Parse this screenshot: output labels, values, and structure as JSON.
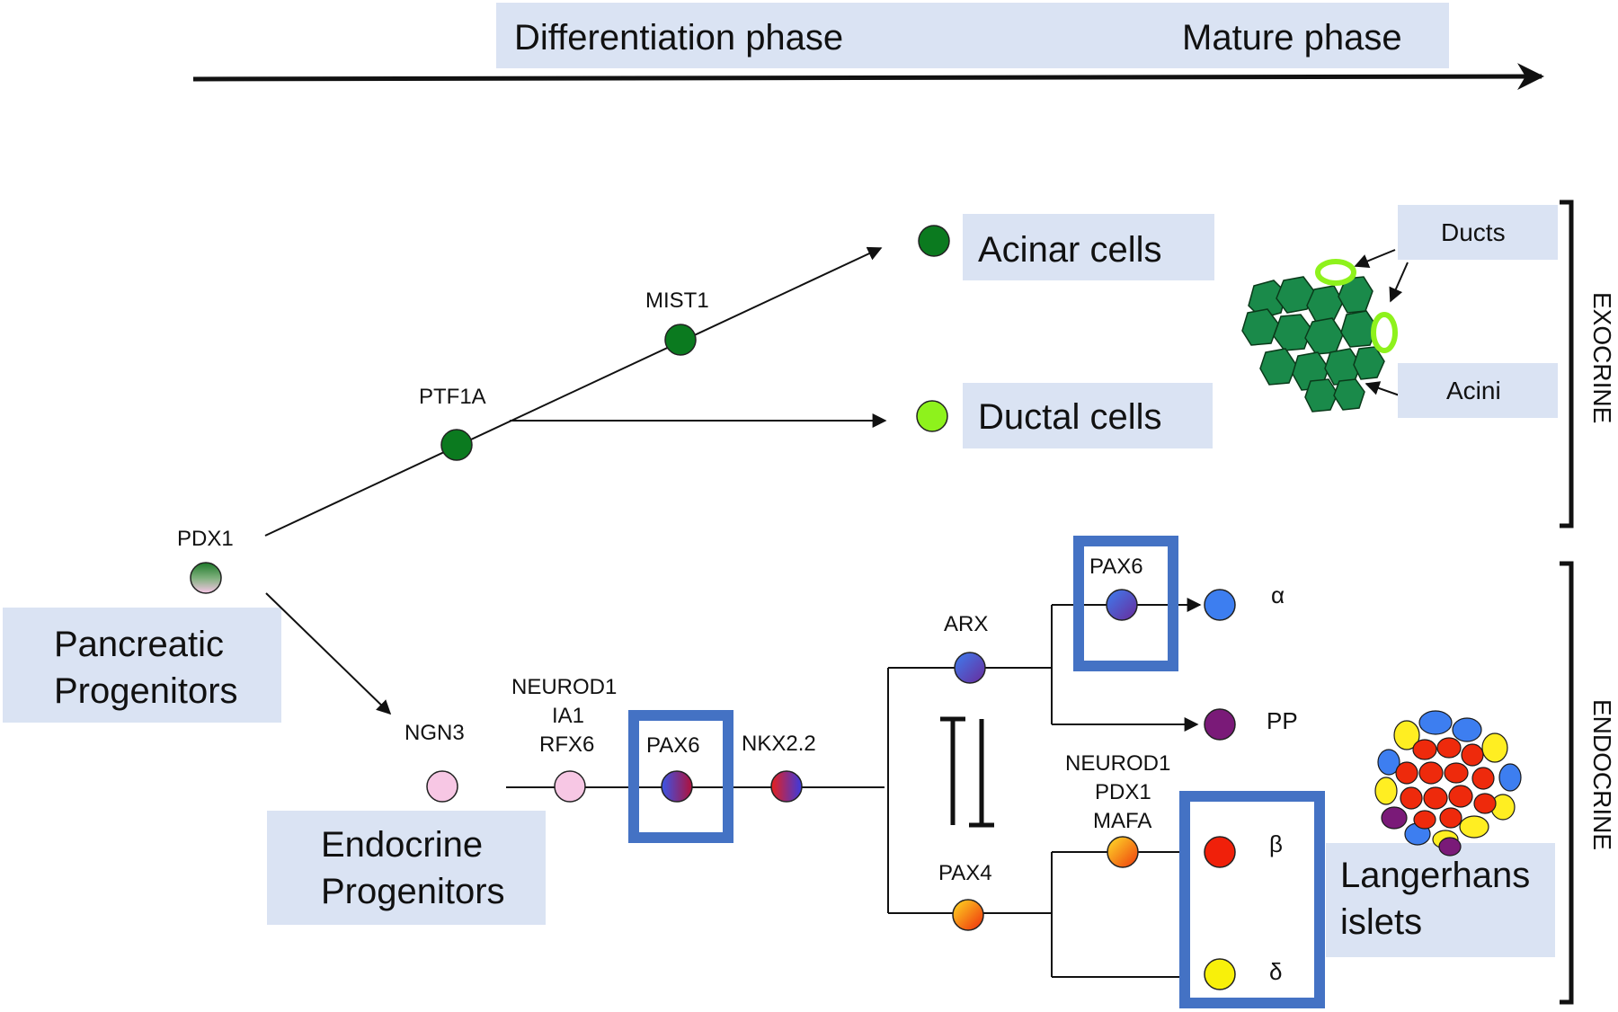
{
  "phases": {
    "differentiation": "Differentiation  phase",
    "mature": "Mature phase"
  },
  "progenitors": {
    "pancreatic": [
      "Pancreatic",
      "Progenitors"
    ],
    "endocrine": [
      "Endocrine",
      "Progenitors"
    ]
  },
  "genes": {
    "pdx1": "PDX1",
    "ptf1a": "PTF1A",
    "mist1": "MIST1",
    "ngn3": "NGN3",
    "neurod1_group": [
      "NEUROD1",
      "IA1",
      "RFX6"
    ],
    "pax6_mid": "PAX6",
    "nkx22": "NKX2.2",
    "arx": "ARX",
    "pax4": "PAX4",
    "pax6_alpha": "PAX6",
    "beta_group": [
      "NEUROD1",
      "PDX1",
      "MAFA"
    ]
  },
  "cells": {
    "acinar": "Acinar cells",
    "ductal": "Ductal cells",
    "alpha": "α",
    "pp": "PP",
    "beta": "β",
    "delta": "δ",
    "langerhans": [
      "Langerhans",
      "islets"
    ]
  },
  "exocrine_labels": {
    "ducts": "Ducts",
    "acini": "Acini"
  },
  "sides": {
    "exocrine": "EXOCRINE",
    "endocrine": "ENDOCRINE"
  },
  "colors": {
    "label_box": "#dae3f3",
    "frame": "#4472c4",
    "dark_green": "#0b7a1f",
    "light_green": "#8ef21c",
    "acini_green": "#1a8a4a",
    "light_pink": "#f7c7e4",
    "alpha_blue": "#3d7ef0",
    "pp_purple": "#7a1a78",
    "beta_red": "#f0200a",
    "delta_yellow": "#f8f00a",
    "islet_red": "#ee2a0c",
    "islet_yellow": "#ffee22",
    "islet_blue": "#3d7ef0",
    "islet_purple": "#7a1a78"
  },
  "icons": {
    "acini_cluster": "acini-cluster-icon",
    "islet_cluster": "islet-cluster-icon"
  }
}
